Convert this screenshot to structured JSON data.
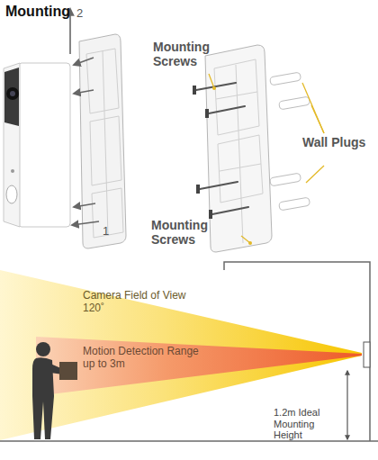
{
  "diagram": {
    "title": "Mounting",
    "labels": [
      "2",
      "1",
      "Mounting Screws",
      "Wall Plugs",
      "Mounting Screws",
      "Camera Field of View 120˚",
      "Motion Detection Range up to 3m",
      "1.2m Ideal Mounting Height"
    ]
  }
}
